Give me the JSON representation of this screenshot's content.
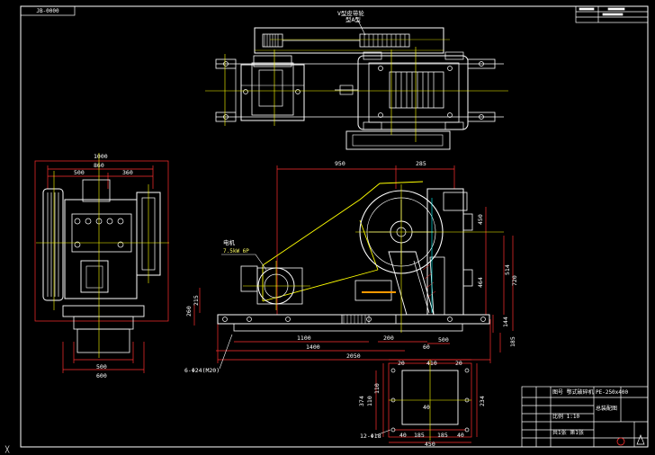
{
  "colors": {
    "background": "#000000",
    "frame": "#ffffff",
    "dimension": "#ff3030",
    "centerline": "#ffff00",
    "part": "#ffffff",
    "accent": "#00ffff"
  },
  "labels": {
    "top_left_tag": "JB-0000",
    "v_belt": "V型皮带轮",
    "belt_sub": "型A型",
    "motor_label": "电机",
    "motor_spec": "7.5kW 6P",
    "bolt_spec": "6-Φ24(M20)",
    "bolt_spec2": "12-Φ18"
  },
  "side_dims": {
    "top": "1000",
    "second": "860",
    "left_sub": "500",
    "right_sub": "360",
    "bottom_1": "500",
    "bottom_2": "600"
  },
  "main_dims": {
    "d950": "950",
    "d285": "285",
    "d1100": "1100",
    "d1400": "1400",
    "d2050": "2050",
    "d200": "200",
    "d500": "500",
    "d60": "60",
    "d450": "450",
    "d514": "514",
    "d720": "720",
    "d464": "464",
    "d144": "144",
    "d185": "185",
    "d215": "215",
    "d260": "260"
  },
  "foundation_dims": {
    "top_a": "20",
    "top_b": "410",
    "top_c": "20",
    "left_a": "374",
    "left_b": "110",
    "left_c": "110",
    "right_a": "234",
    "center": "40",
    "bot_a": "40",
    "bot_b": "185",
    "bot_c": "185",
    "bot_d": "40",
    "bot_total": "450"
  },
  "title_block": {
    "stamp_top": "图号 鄂式破碎机",
    "row1": "PE-250x400",
    "row2": "总装配图",
    "row3": "比例 1:10",
    "row4": "共1张 第1张"
  }
}
